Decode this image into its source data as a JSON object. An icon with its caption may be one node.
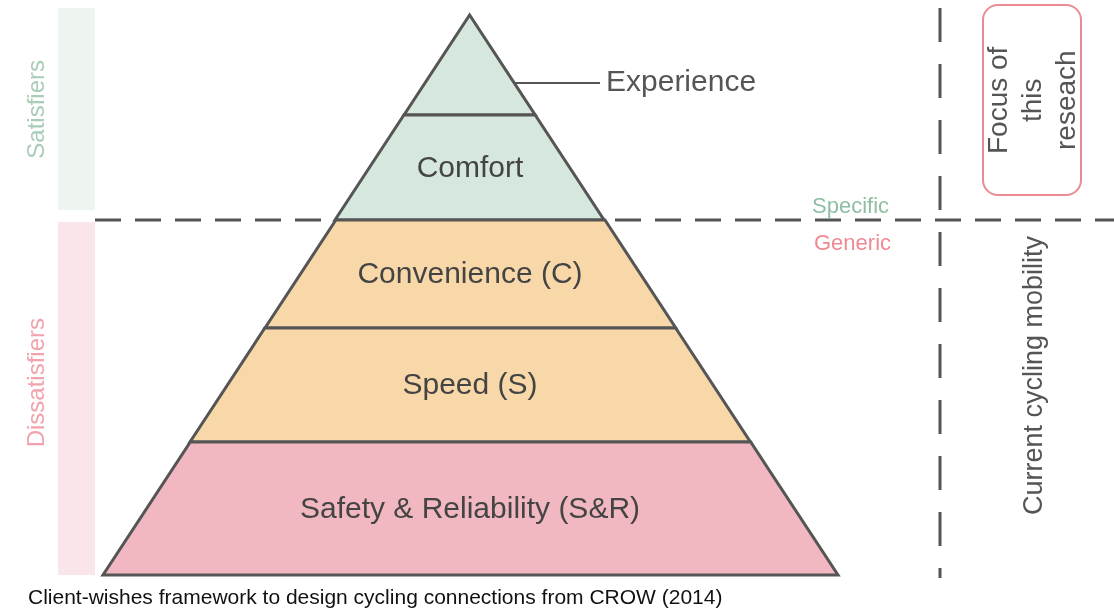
{
  "diagram": {
    "caption": "Client-wishes framework to design cycling connections from CROW (2014)",
    "nodes": [
      {
        "text": [],
        "shape": "triangle"
      },
      {
        "text": [
          "Experience"
        ]
      },
      {
        "text": [
          "Comfort"
        ]
      },
      {
        "text": [
          "Convenience (C)"
        ]
      },
      {
        "text": [
          "Speed (S)"
        ]
      },
      {
        "text": [
          "Safety & Reliability (S&R)"
        ]
      },
      {
        "text": [
          "Satisfiers"
        ]
      },
      {
        "text": [
          "Dissatisfiers"
        ]
      },
      {
        "text": [
          "Focus of this reseach"
        ]
      }
    ],
    "edges": [
      {
        "from": 1,
        "to": 0,
        "arrow": "none"
      }
    ],
    "labels": [
      "Specific",
      "Generic",
      "Current cycling mobility"
    ]
  }
}
